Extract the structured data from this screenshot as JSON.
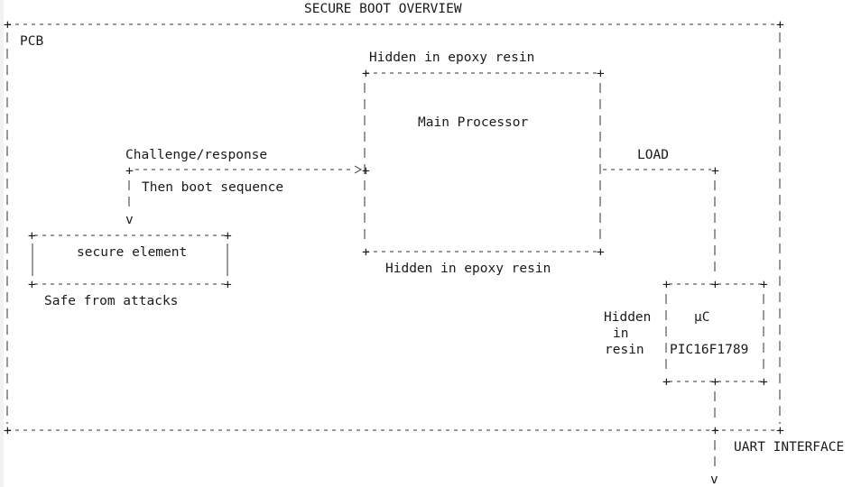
{
  "title": "SECURE BOOT OVERVIEW",
  "pcb": {
    "label": "PCB"
  },
  "main_processor": {
    "label": "Main Processor",
    "top_note": "Hidden in epoxy resin",
    "bottom_note": "Hidden in epoxy resin"
  },
  "secure_element": {
    "label": "secure element",
    "note": "Safe from attacks"
  },
  "challenge": {
    "label": "Challenge/response",
    "then_label": "Then boot sequence",
    "arrow_glyph": "v",
    "plus": "+"
  },
  "load": {
    "label": "LOAD"
  },
  "microcontroller": {
    "label": "µC",
    "part": "PIC16F1789",
    "note_lines": [
      "Hidden",
      "in",
      "resin"
    ]
  },
  "uart": {
    "label": "UART INTERFACE",
    "arrow_glyph": "v"
  }
}
